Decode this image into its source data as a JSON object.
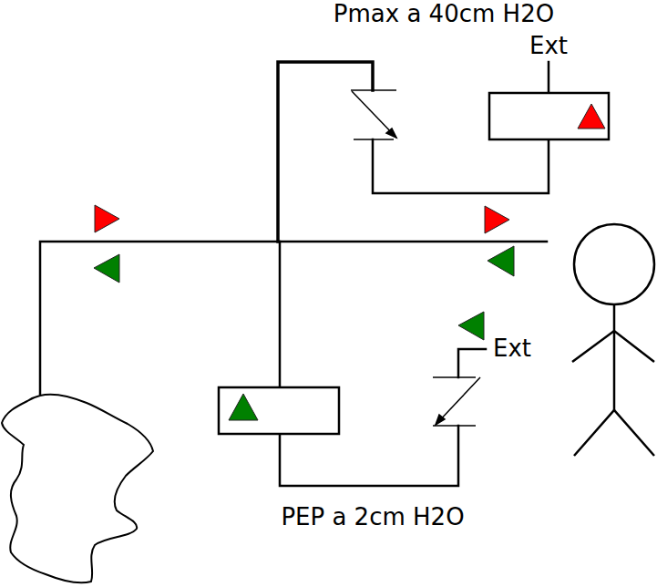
{
  "diagram": {
    "labels": [
      "Pmax a 40cm H2O",
      "Ext",
      "Ext",
      "PEP a 2cm H2O"
    ]
  }
}
